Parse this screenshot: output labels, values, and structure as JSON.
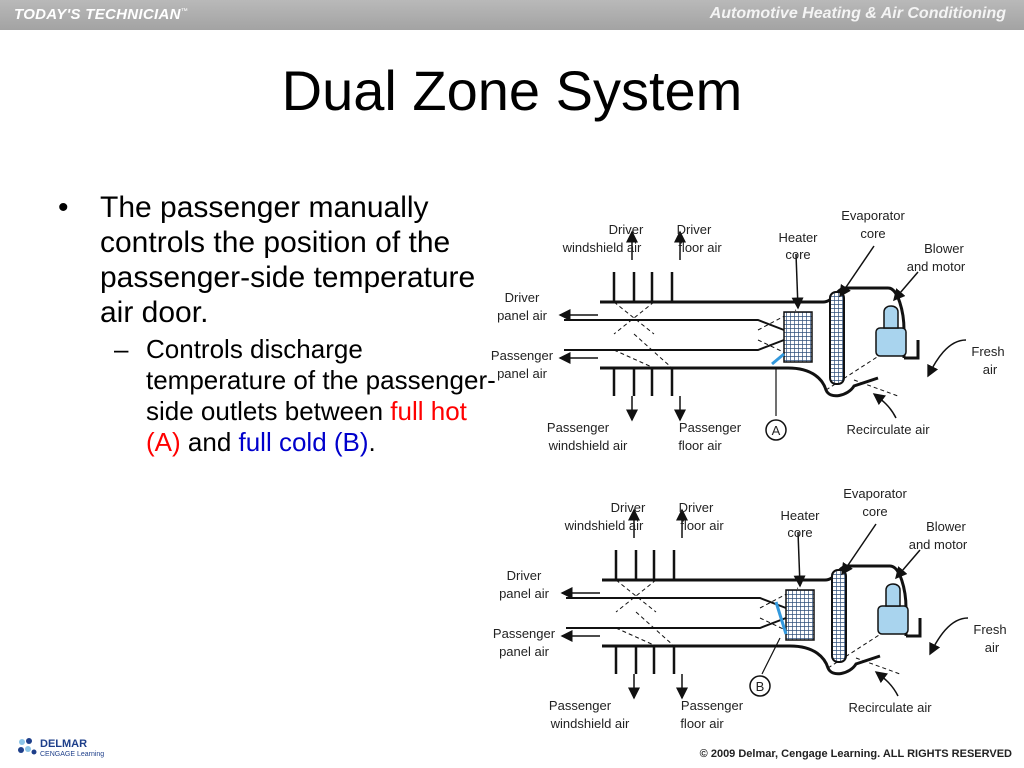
{
  "header": {
    "brand_left": "TODAY'S TECHNICIAN",
    "brand_left_tm": "™",
    "brand_right": "Automotive Heating & Air Conditioning"
  },
  "slide": {
    "title": "Dual Zone System",
    "bullet1": "The passenger manually controls the position of the passenger-side temperature air door.",
    "sub_bullet": {
      "text_before": "Controls discharge temperature of the passenger-side outlets between ",
      "hot": "full hot (A)",
      "middle": " and ",
      "cold": "full cold (B)",
      "end": "."
    }
  },
  "diagram": {
    "labels": {
      "driver_windshield_1": "Driver",
      "driver_windshield_2": "windshield air",
      "driver_floor_1": "Driver",
      "driver_floor_2": "floor air",
      "heater_core_1": "Heater",
      "heater_core_2": "core",
      "evaporator_core_1": "Evaporator",
      "evaporator_core_2": "core",
      "blower_1": "Blower",
      "blower_2": "and motor",
      "driver_panel_1": "Driver",
      "driver_panel_2": "panel air",
      "passenger_panel_1": "Passenger",
      "passenger_panel_2": "panel air",
      "fresh_1": "Fresh",
      "fresh_2": "air",
      "passenger_windshield_1": "Passenger",
      "passenger_windshield_2": "windshield air",
      "passenger_floor_1": "Passenger",
      "passenger_floor_2": "floor air",
      "recirculate": "Recirculate air",
      "marker_a": "A",
      "marker_b": "B"
    },
    "colors": {
      "line": "#111111",
      "core_fill": "#2f4f7a",
      "blower_fill": "#a9d4ee",
      "door": "#3399dd"
    }
  },
  "footer": {
    "logo_line1": "DELMAR",
    "logo_line2": "CENGAGE Learning",
    "copyright": "© 2009 Delmar, Cengage Learning. ALL RIGHTS RESERVED"
  }
}
